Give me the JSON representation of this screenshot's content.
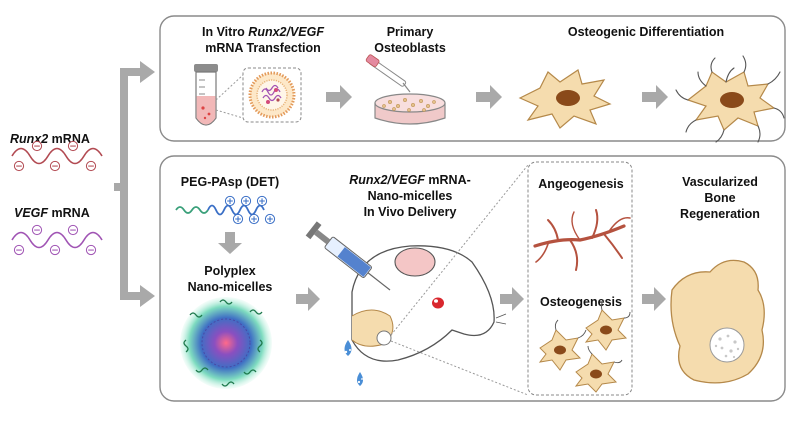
{
  "colors": {
    "panel_border": "#8a8a8a",
    "arrow_gray": "#a9a9a9",
    "runx2_wave": "#b24a52",
    "vegf_wave": "#a054b4",
    "peg_green": "#3aa07a",
    "pasp_blue": "#3a6fc6",
    "cell_fill": "#f5dcae",
    "cell_stroke": "#b5894a",
    "nucleus": "#8a4a1a",
    "vessel_red": "#b5523f",
    "micelle_core": "#7a4fb0",
    "micelle_halo": "#9ee6c8"
  },
  "left": {
    "runx2_label": "Runx2",
    "vegf_label": "VEGF",
    "mrna_suffix": " mRNA"
  },
  "top_panel": {
    "transfection_line1_prefix": "In Vitro ",
    "transfection_line1_em": "Runx2/VEGF",
    "transfection_line2": "mRNA Transfection",
    "primary_line1": "Primary",
    "primary_line2": "Osteoblasts",
    "differentiation": "Osteogenic Differentiation"
  },
  "bottom_panel": {
    "polymer_label": "PEG-PAsp (DET)",
    "polyplex_line1": "Polyplex",
    "polyplex_line2": "Nano-micelles",
    "delivery_line1_em": "Runx2/VEGF",
    "delivery_line1_suffix": " mRNA-",
    "delivery_line2": "Nano-micelles",
    "delivery_line3": "In Vivo Delivery",
    "angiogenesis": "Angeogenesis",
    "osteogenesis": "Osteogenesis",
    "result_line1": "Vascularized",
    "result_line2": "Bone",
    "result_line3": "Regeneration"
  },
  "signs": {
    "minus": "−",
    "plus": "+"
  }
}
